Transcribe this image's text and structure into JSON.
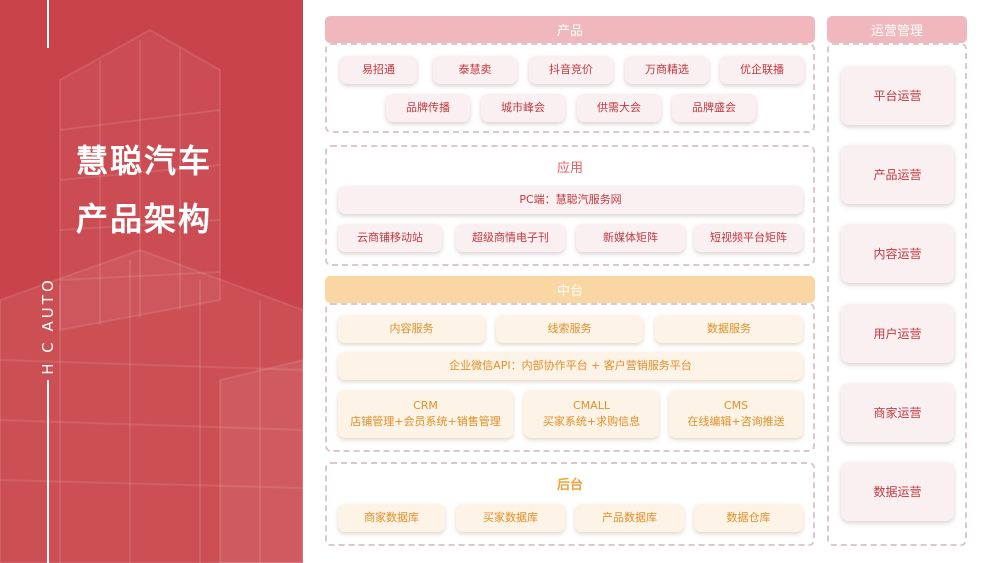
{
  "left": {
    "brand_vertical": "H C  AUTO",
    "title_line1": "慧聪汽车",
    "title_line2": "产品架构"
  },
  "product": {
    "header": "产品",
    "items_row1": [
      "易招通",
      "泰慧卖",
      "抖音竞价",
      "万商精选",
      "优企联播"
    ],
    "items_row2": [
      "品牌传播",
      "城市峰会",
      "供需大会",
      "品牌盛会"
    ]
  },
  "application": {
    "header": "应用",
    "pc": "PC端：慧聪汽服务网",
    "items": [
      "云商铺移动站",
      "超级商情电子刊",
      "新媒体矩阵",
      "短视频平台矩阵"
    ]
  },
  "middle": {
    "header": "中台",
    "services": [
      "内容服务",
      "线索服务",
      "数据服务"
    ],
    "api": "企业微信API：内部协作平台 + 客户营销服务平台",
    "systems": [
      {
        "name": "CRM",
        "desc": "店铺管理+会员系统+销售管理"
      },
      {
        "name": "CMALL",
        "desc": "买家系统+求购信息"
      },
      {
        "name": "CMS",
        "desc": "在线编辑+咨询推送"
      }
    ]
  },
  "backend": {
    "header": "后台",
    "items": [
      "商家数据库",
      "买家数据库",
      "产品数据库",
      "数据仓库"
    ]
  },
  "operations": {
    "header": "运营管理",
    "items": [
      "平台运营",
      "产品运营",
      "内容运营",
      "用户运营",
      "商家运营",
      "数据运营"
    ]
  },
  "colors": {
    "primary_red": "#c9444a",
    "pink_header": "#f0b7bd",
    "gold_header": "#fad7a2",
    "red_text": "#c0393f",
    "orange_text": "#e0902a"
  }
}
